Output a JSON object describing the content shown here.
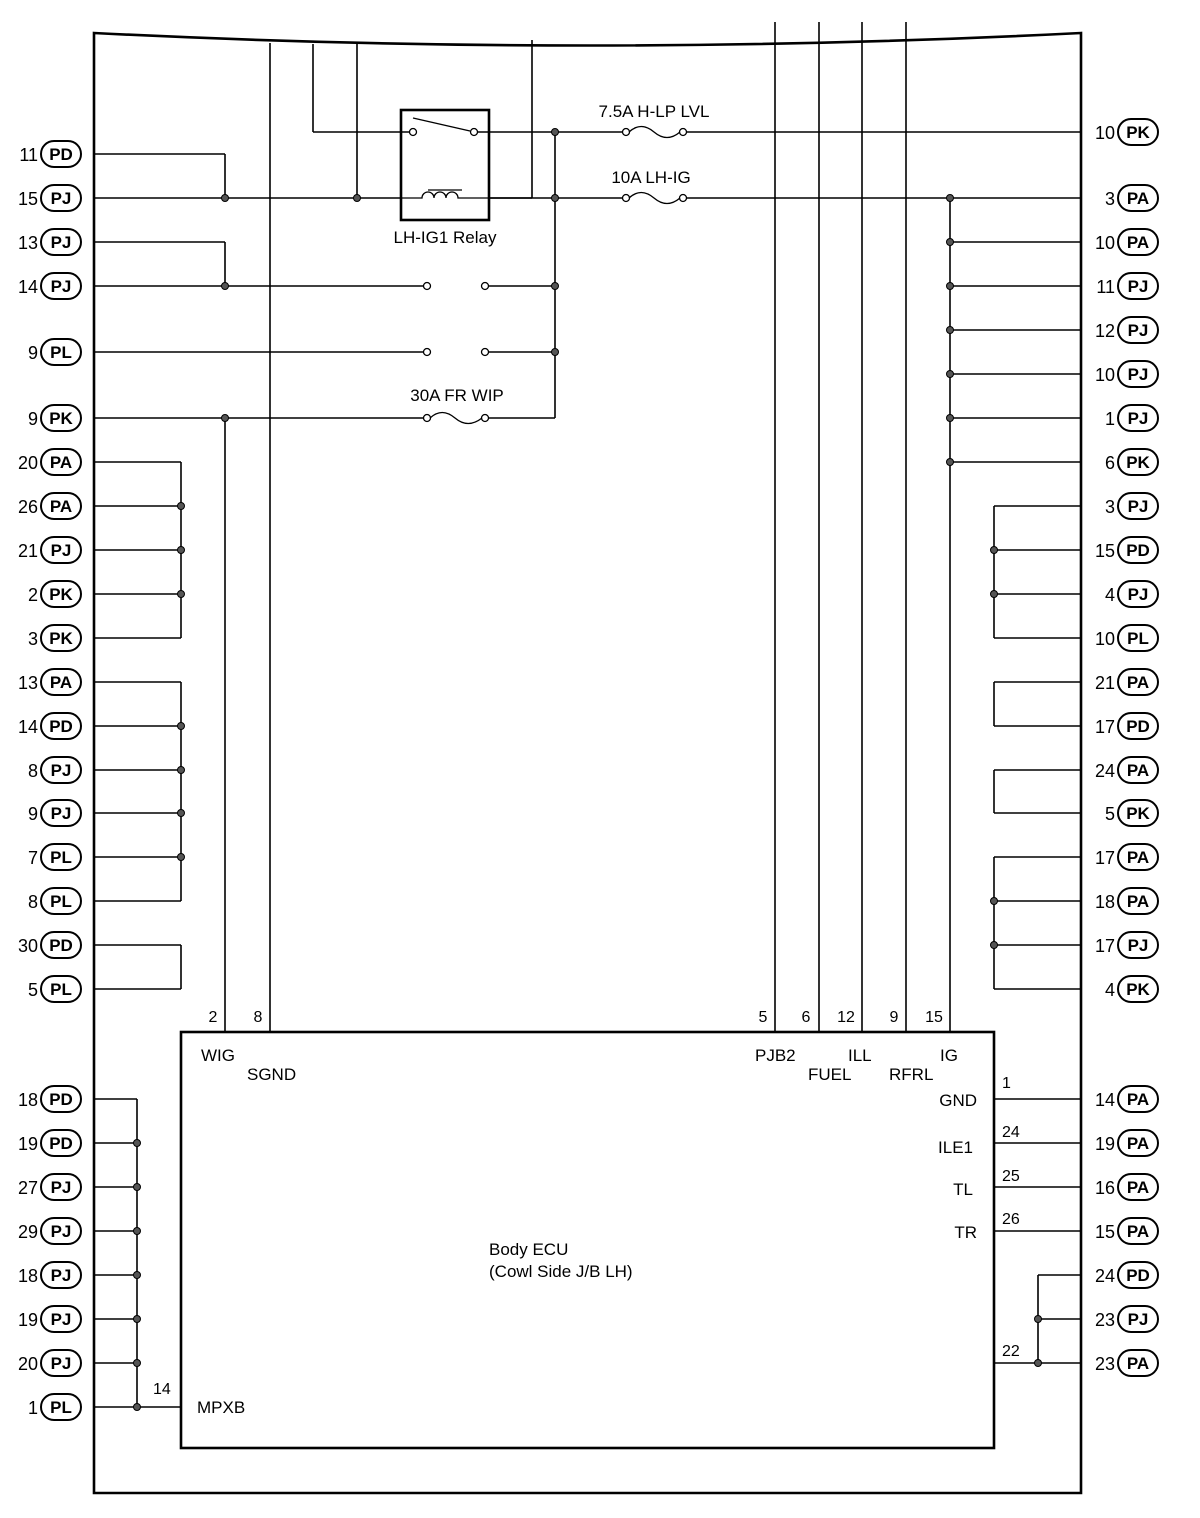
{
  "connectors_left": [
    {
      "num": "11",
      "code": "PD"
    },
    {
      "num": "15",
      "code": "PJ"
    },
    {
      "num": "13",
      "code": "PJ"
    },
    {
      "num": "14",
      "code": "PJ"
    },
    {
      "num": "9",
      "code": "PL"
    },
    {
      "num": "9",
      "code": "PK"
    },
    {
      "num": "20",
      "code": "PA"
    },
    {
      "num": "26",
      "code": "PA"
    },
    {
      "num": "21",
      "code": "PJ"
    },
    {
      "num": "2",
      "code": "PK"
    },
    {
      "num": "3",
      "code": "PK"
    },
    {
      "num": "13",
      "code": "PA"
    },
    {
      "num": "14",
      "code": "PD"
    },
    {
      "num": "8",
      "code": "PJ"
    },
    {
      "num": "9",
      "code": "PJ"
    },
    {
      "num": "7",
      "code": "PL"
    },
    {
      "num": "8",
      "code": "PL"
    },
    {
      "num": "30",
      "code": "PD"
    },
    {
      "num": "5",
      "code": "PL"
    },
    {
      "num": "18",
      "code": "PD"
    },
    {
      "num": "19",
      "code": "PD"
    },
    {
      "num": "27",
      "code": "PJ"
    },
    {
      "num": "29",
      "code": "PJ"
    },
    {
      "num": "18",
      "code": "PJ"
    },
    {
      "num": "19",
      "code": "PJ"
    },
    {
      "num": "20",
      "code": "PJ"
    },
    {
      "num": "1",
      "code": "PL"
    }
  ],
  "connectors_right": [
    {
      "num": "10",
      "code": "PK"
    },
    {
      "num": "3",
      "code": "PA"
    },
    {
      "num": "10",
      "code": "PA"
    },
    {
      "num": "11",
      "code": "PJ"
    },
    {
      "num": "12",
      "code": "PJ"
    },
    {
      "num": "10",
      "code": "PJ"
    },
    {
      "num": "1",
      "code": "PJ"
    },
    {
      "num": "6",
      "code": "PK"
    },
    {
      "num": "3",
      "code": "PJ"
    },
    {
      "num": "15",
      "code": "PD"
    },
    {
      "num": "4",
      "code": "PJ"
    },
    {
      "num": "10",
      "code": "PL"
    },
    {
      "num": "21",
      "code": "PA"
    },
    {
      "num": "17",
      "code": "PD"
    },
    {
      "num": "24",
      "code": "PA"
    },
    {
      "num": "5",
      "code": "PK"
    },
    {
      "num": "17",
      "code": "PA"
    },
    {
      "num": "18",
      "code": "PA"
    },
    {
      "num": "17",
      "code": "PJ"
    },
    {
      "num": "4",
      "code": "PK"
    },
    {
      "num": "14",
      "code": "PA"
    },
    {
      "num": "19",
      "code": "PA"
    },
    {
      "num": "16",
      "code": "PA"
    },
    {
      "num": "15",
      "code": "PA"
    },
    {
      "num": "24",
      "code": "PD"
    },
    {
      "num": "23",
      "code": "PJ"
    },
    {
      "num": "23",
      "code": "PA"
    }
  ],
  "fuses": {
    "hlp_lvl": "7.5A H-LP LVL",
    "lh_ig": "10A LH-IG",
    "fr_wip": "30A FR WIP"
  },
  "relay_label": "LH-IG1 Relay",
  "ecu": {
    "title": "Body ECU",
    "subtitle": "(Cowl Side J/B LH)",
    "pins": {
      "wig": "WIG",
      "sgnd": "SGND",
      "pjb2": "PJB2",
      "fuel": "FUEL",
      "ill": "ILL",
      "rfrl": "RFRL",
      "ig": "IG",
      "gnd": "GND",
      "ile1": "ILE1",
      "tl": "TL",
      "tr": "TR",
      "mpxb": "MPXB"
    },
    "pin_numbers": {
      "wig": "2",
      "sgnd": "8",
      "pjb2": "5",
      "fuel": "6",
      "ill": "12",
      "rfrl": "9",
      "ig": "15",
      "gnd": "1",
      "ile1": "24",
      "tl": "25",
      "tr": "26",
      "p22": "22",
      "mpxb": "14"
    }
  }
}
